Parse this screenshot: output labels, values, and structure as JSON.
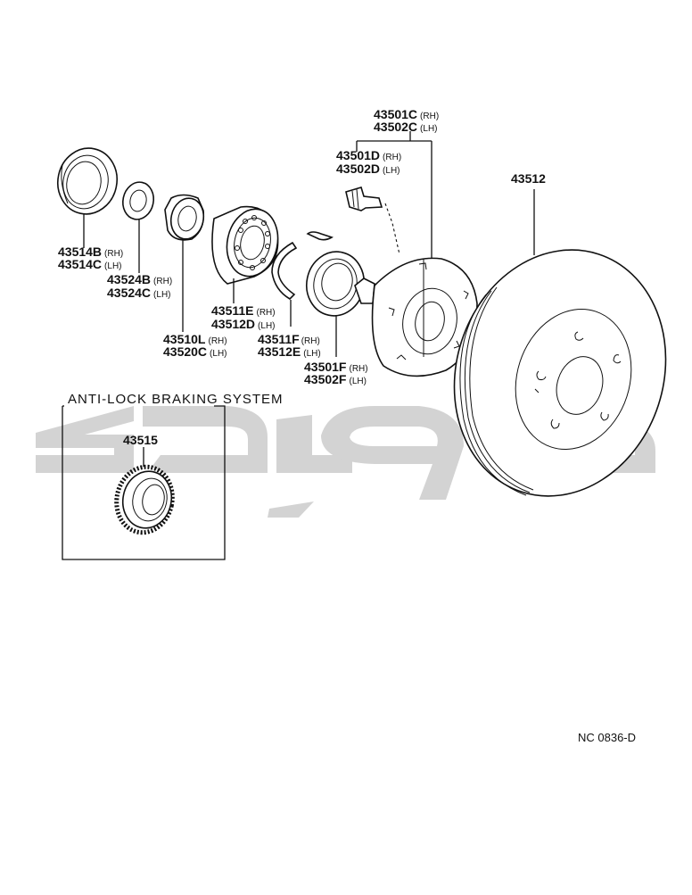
{
  "diagram": {
    "abs_label": "ANTI-LOCK  BRAKING  SYSTEM",
    "drawing_code": "NC  0836-D",
    "watermark_color": "#d3d3d3",
    "callouts": {
      "p43501C": {
        "num": "43501C",
        "side": "(RH)"
      },
      "p43502C": {
        "num": "43502C",
        "side": "(LH)"
      },
      "p43501D": {
        "num": "43501D",
        "side": "(RH)"
      },
      "p43502D": {
        "num": "43502D",
        "side": "(LH)"
      },
      "p43512": {
        "num": "43512",
        "side": ""
      },
      "p43514B": {
        "num": "43514B",
        "side": "(RH)"
      },
      "p43514C": {
        "num": "43514C",
        "side": "(LH)"
      },
      "p43524B": {
        "num": "43524B",
        "side": "(RH)"
      },
      "p43524C": {
        "num": "43524C",
        "side": "(LH)"
      },
      "p43511E": {
        "num": "43511E",
        "side": "(RH)"
      },
      "p43512D": {
        "num": "43512D",
        "side": "(LH)"
      },
      "p43510L": {
        "num": "43510L",
        "side": "(RH)"
      },
      "p43520C": {
        "num": "43520C",
        "side": "(LH)"
      },
      "p43511F": {
        "num": "43511F",
        "side": "(RH)"
      },
      "p43512E": {
        "num": "43512E",
        "side": "(LH)"
      },
      "p43501F": {
        "num": "43501F",
        "side": "(RH)"
      },
      "p43502F": {
        "num": "43502F",
        "side": "(LH)"
      },
      "p43515": {
        "num": "43515",
        "side": ""
      }
    }
  }
}
